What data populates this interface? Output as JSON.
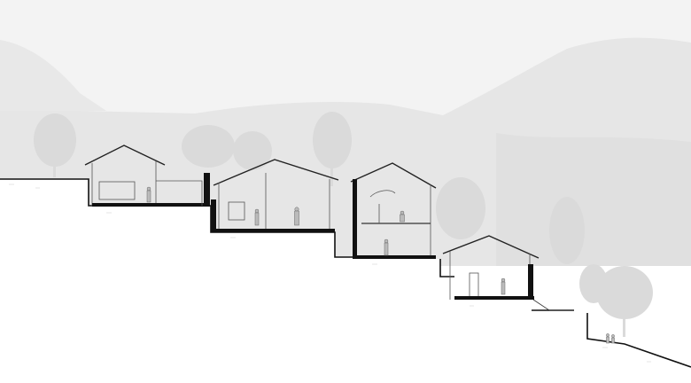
{
  "drawing": {
    "type": "architectural-site-section",
    "houses": [
      {
        "id": "house-1",
        "storeys": 1,
        "figures": 1
      },
      {
        "id": "house-2",
        "storeys": 1,
        "figures": 2
      },
      {
        "id": "house-3",
        "storeys": 2,
        "figures": 2
      },
      {
        "id": "house-4",
        "storeys": 1,
        "figures": 1
      }
    ],
    "colors": {
      "background": "#ffffff",
      "sky": "#f1f1f1",
      "mountain_far": "#e9e9e9",
      "mountain_near": "#e3e3e3",
      "trees": "#dcdcdc",
      "section_cut": "#111111",
      "line": "#555555"
    }
  }
}
